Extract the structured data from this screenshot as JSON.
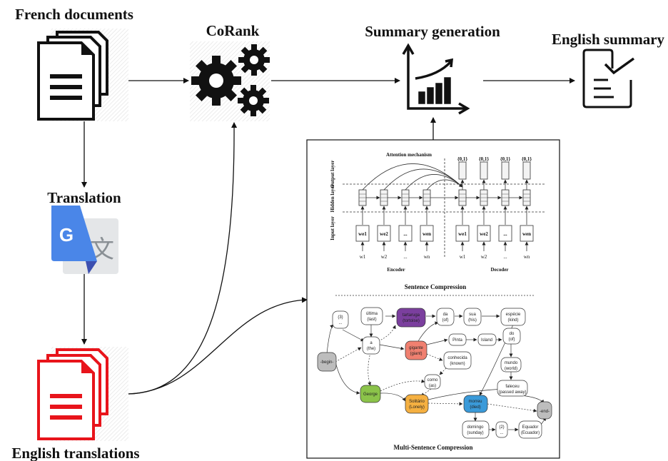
{
  "labels": {
    "french_documents": "French documents",
    "corank": "CoRank",
    "summary_generation": "Summary generation",
    "english_summary": "English summary",
    "translation": "Translation",
    "english_translations": "English translations"
  },
  "encoder_decoder": {
    "attention": "Attention mechanism",
    "output_layer": "Output layer",
    "hidden_layer": "Hidden layer",
    "input_layer": "Input layer",
    "encoder": "Encoder",
    "decoder": "Decoder",
    "output_tag": "{0,1}",
    "enc_we": [
      "we1",
      "we2",
      "...",
      "wen"
    ],
    "dec_we": [
      "we1",
      "we2",
      "...",
      "wen"
    ],
    "enc_w": [
      "w1",
      "w2",
      "...",
      "wn"
    ],
    "dec_w": [
      "w1",
      "w2",
      "...",
      "wn"
    ],
    "caption": "Sentence Compression"
  },
  "graph": {
    "caption": "Multi-Sentence Compression",
    "nodes": {
      "begin": "-begin-",
      "n3a": "(3)",
      "n3b": "...",
      "ultima1": "última",
      "ultima2": "(last)",
      "tartaruga1": "tartaruga",
      "tartaruga2": "(tortoise)",
      "da1": "da",
      "da2": "(of)",
      "sua1": "sua",
      "sua2": "(his)",
      "especie1": "espécie",
      "especie2": "(kind)",
      "a1": "a",
      "a2": "(the)",
      "gigante1": "gigante",
      "gigante2": "(giant)",
      "pinta": "Pinta",
      "island": "Island",
      "do1": "do",
      "do2": "(of)",
      "conhecida1": "conhecida",
      "conhecida2": "(known)",
      "mundo1": "mundo",
      "mundo2": "(world)",
      "como1": "como",
      "como2": "(as)",
      "george": "George",
      "faleceu1": "faleceu",
      "faleceu2": "(passed away)",
      "solitario1": "Solitário",
      "solitario2": "(Lonely)",
      "morreu1": "morreu",
      "morreu2": "(died)",
      "end": "-end-",
      "domingo1": "domingo",
      "domingo2": "(sunday)",
      "n2a": "(2)",
      "n2b": "...",
      "equador1": "Equador",
      "equador2": "(Ecuador)"
    }
  },
  "colors": {
    "red": "#e8141b",
    "google_blue": "#4a86e8",
    "gray_doc": "#9aa0a6",
    "purple": "#7b3f9e",
    "salmon": "#f08070",
    "green": "#8bc34a",
    "orange": "#f5b041",
    "blue_node": "#3a9ad9",
    "gray_node": "#bdbdbd"
  },
  "icons": [
    "document-stack-icon",
    "gears-icon",
    "growth-chart-icon",
    "checklist-icon",
    "google-translate-icon",
    "red-document-stack-icon"
  ]
}
